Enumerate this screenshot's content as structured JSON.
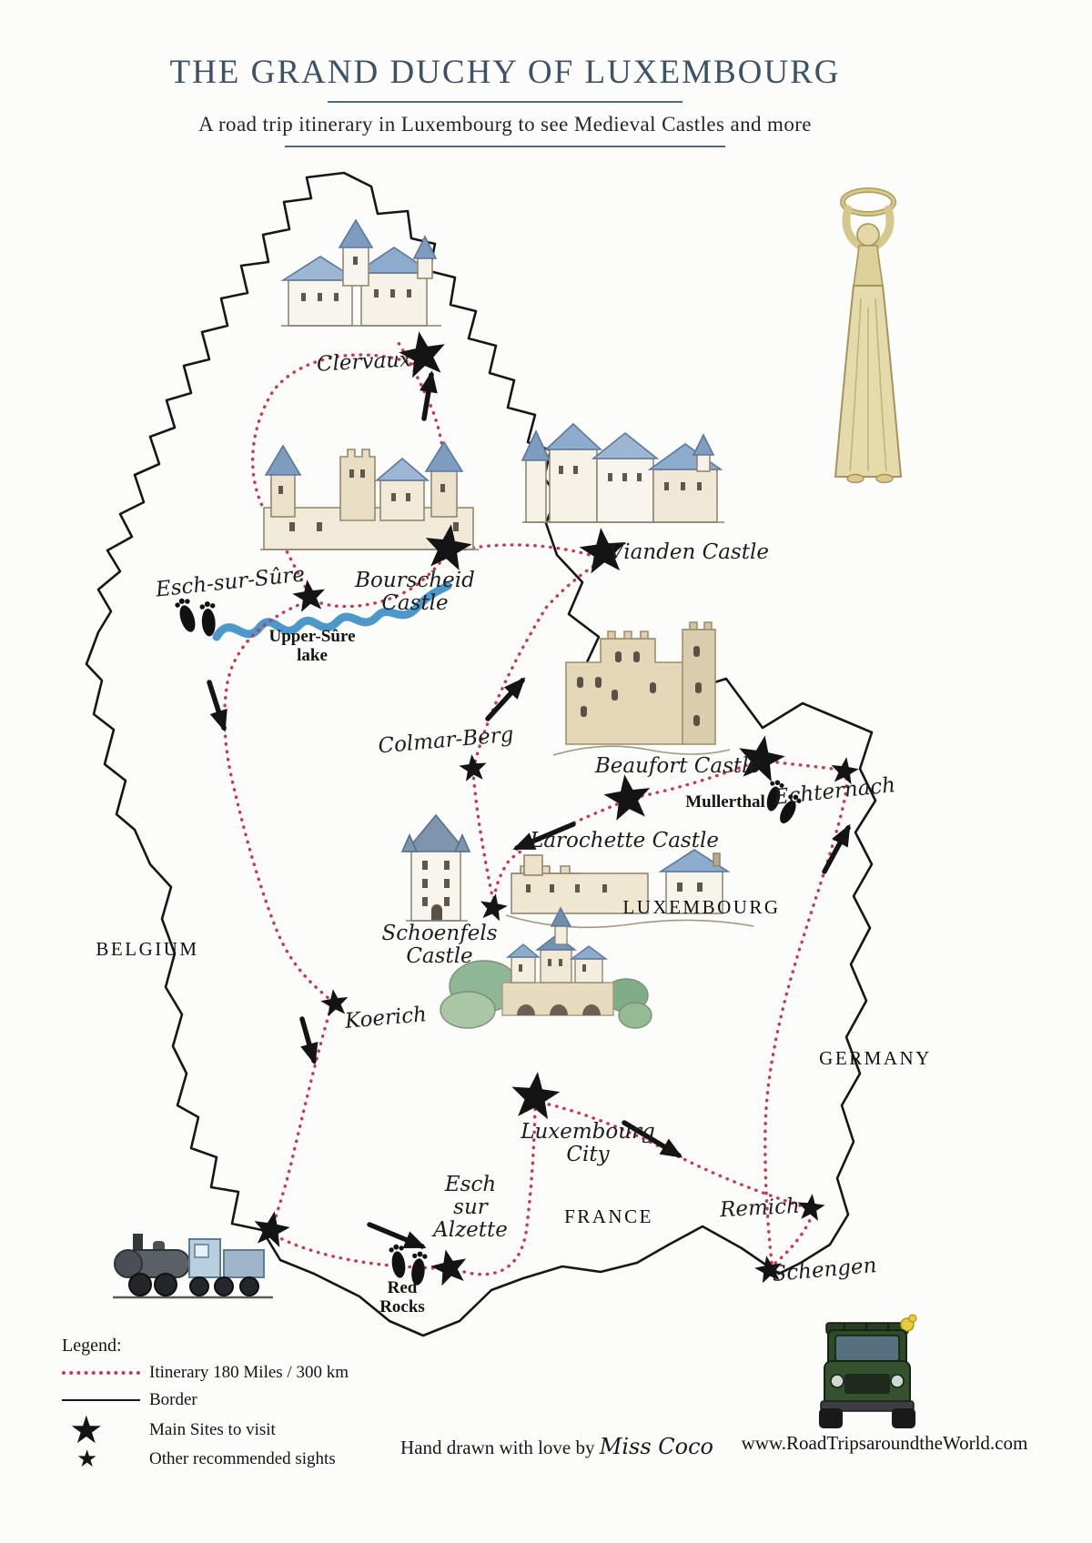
{
  "header": {
    "title": "THE GRAND DUCHY OF LUXEMBOURG",
    "subtitle": "A road trip itinerary in Luxembourg to see Medieval Castles and more"
  },
  "map": {
    "countries": {
      "belgium": "BELGIUM",
      "germany": "GERMANY",
      "france": "FRANCE",
      "luxembourg": "LUXEMBOURG"
    },
    "labels": {
      "clervaux": "Clervaux",
      "vianden": "Vianden Castle",
      "esch_sur_sure": "Esch-sur-Sûre",
      "bourscheid": [
        "Bourscheid",
        "Castle"
      ],
      "upper_sure": [
        "Upper-Sûre",
        "lake"
      ],
      "colmar_berg": "Colmar-Berg",
      "beaufort": "Beaufort Castle",
      "mullerthal": "Mullerthal",
      "echternach": "Echternach",
      "larochette": "Larochette Castle",
      "schoenfels": [
        "Schoenfels",
        "Castle"
      ],
      "koerich": "Koerich",
      "luxembourg_city": [
        "Luxembourg",
        "City"
      ],
      "esch_alzette": [
        "Esch",
        "sur",
        "Alzette"
      ],
      "red_rocks": [
        "Red",
        "Rocks"
      ],
      "remich": "Remich",
      "schengen": "Schengen"
    }
  },
  "legend": {
    "heading": "Legend:",
    "items": [
      {
        "label": "Itinerary 180 Miles / 300 km"
      },
      {
        "label": "Border"
      },
      {
        "label": "Main Sites to visit"
      },
      {
        "label": "Other recommended sights"
      }
    ]
  },
  "footer": {
    "credit_prefix": "Hand drawn with love by ",
    "credit_name": "Miss Coco",
    "website": "www.RoadTripsaroundtheWorld.com"
  },
  "icons": {
    "star": "★"
  },
  "colors": {
    "itinerary": "#c23a58",
    "border": "#161616",
    "title": "#3e5266",
    "divider": "#55677b"
  }
}
